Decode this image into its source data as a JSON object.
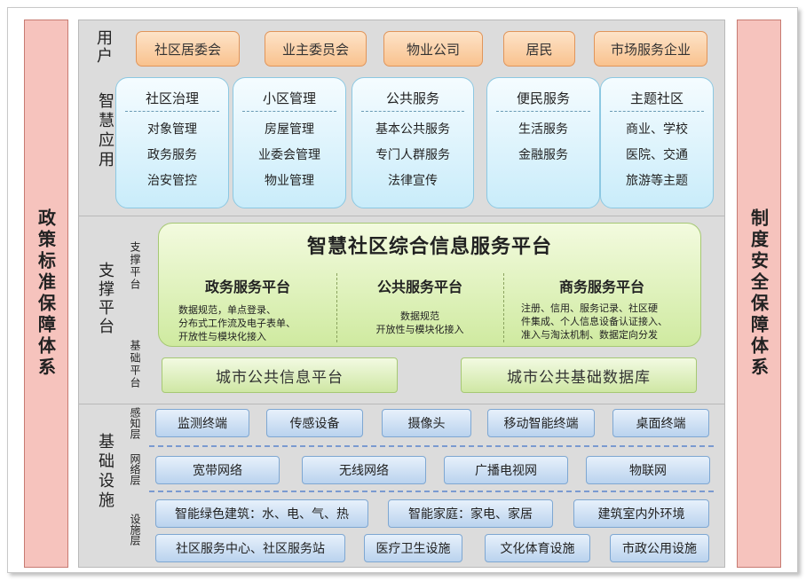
{
  "side_left": "政策标准保障体系",
  "side_right": "制度安全保障体系",
  "users": {
    "label": "用户",
    "items": [
      "社区居委会",
      "业主委员会",
      "物业公司",
      "居民",
      "市场服务企业"
    ]
  },
  "apps": {
    "label": "智慧应用",
    "cards": [
      {
        "title": "社区治理",
        "items": [
          "对象管理",
          "政务服务",
          "治安管控"
        ]
      },
      {
        "title": "小区管理",
        "items": [
          "房屋管理",
          "业委会管理",
          "物业管理"
        ]
      },
      {
        "title": "公共服务",
        "items": [
          "基本公共服务",
          "专门人群服务",
          "法律宣传"
        ]
      },
      {
        "title": "便民服务",
        "items": [
          "生活服务",
          "金融服务"
        ]
      },
      {
        "title": "主题社区",
        "items": [
          "商业、学校",
          "医院、交通",
          "旅游等主题"
        ]
      }
    ]
  },
  "support": {
    "label": "支撑平台",
    "sub_support": "支撑平台",
    "sub_base": "基础平台",
    "platform_title": "智慧社区综合信息服务平台",
    "sections": [
      {
        "title": "政务服务平台",
        "desc": [
          "数据规范，单点登录、",
          "分布式工作流及电子表单、",
          "开放性与模块化接入"
        ]
      },
      {
        "title": "公共服务平台",
        "desc": [
          "数据规范",
          "开放性与模块化接入"
        ]
      },
      {
        "title": "商务服务平台",
        "desc": [
          "注册、信用、服务记录、社区硬",
          "件集成、个人信息设备认证接入、",
          "准入与淘汰机制、数据定向分发"
        ]
      }
    ],
    "base": [
      "城市公共信息平台",
      "城市公共基础数据库"
    ]
  },
  "infra": {
    "label": "基础设施",
    "perception": {
      "label": "感知层",
      "items": [
        "监测终端",
        "传感设备",
        "摄像头",
        "移动智能终端",
        "桌面终端"
      ]
    },
    "network": {
      "label": "网络层",
      "items": [
        "宽带网络",
        "无线网络",
        "广播电视网",
        "物联网"
      ]
    },
    "facility": {
      "label": "设施层",
      "row1": [
        "智能绿色建筑：水、电、气、热",
        "智能家庭：家电、家居",
        "建筑室内外环境"
      ],
      "row2": [
        "社区服务中心、社区服务站",
        "医疗卫生设施",
        "文化体育设施",
        "市政公用设施"
      ]
    }
  }
}
